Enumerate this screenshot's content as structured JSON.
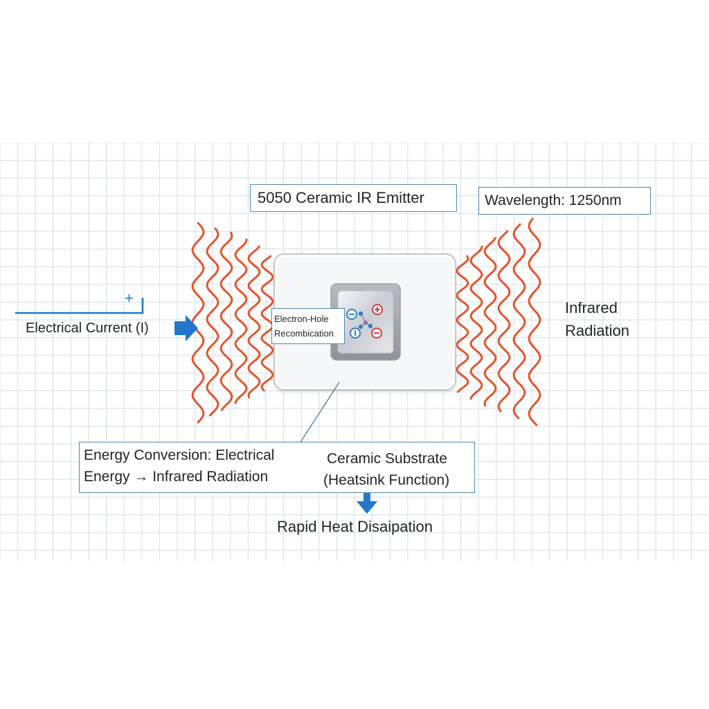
{
  "title": "5050 Ceramic IR Emitter",
  "wavelength": "Wavelength: 1250nm",
  "input": {
    "label": "Electrical Current (I)",
    "polarity": "+"
  },
  "output": {
    "label_line1": "Infrared",
    "label_line2": "Radiation"
  },
  "junction": {
    "label_line1": "Electron-Hole",
    "label_line2": "Recombication"
  },
  "conversion": {
    "line1": "Energy Conversion: Electrical",
    "line2": "Energy → Infrared Radiation"
  },
  "substrate": {
    "line1": "Ceramic Substrate",
    "line2": "(Heatsink Function)"
  },
  "heat": {
    "label": "Rapid Heat Disaipation"
  },
  "colors": {
    "wave": "#e4542a",
    "arrow": "#1f78c8",
    "box_border": "#4f86b3",
    "grid": "#d3dde6",
    "positive": "#d63a3a",
    "negative": "#2f7fc4"
  }
}
